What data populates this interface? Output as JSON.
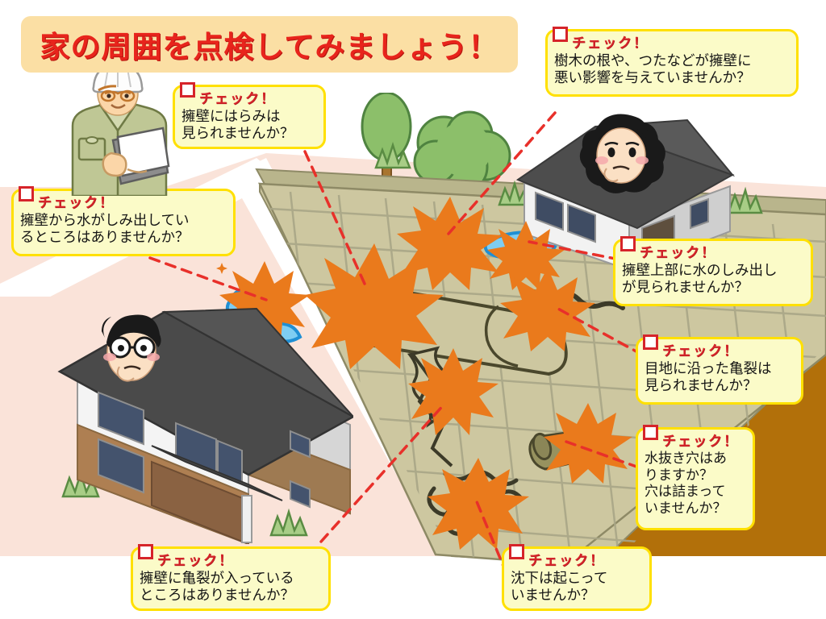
{
  "title": {
    "text": "家の周囲を点検してみましょう！"
  },
  "check_label": "チェック！",
  "callouts": [
    {
      "id": "callout-bulge",
      "check": "チェック！",
      "text": "擁壁にはらみは\n見られませんか？"
    },
    {
      "id": "callout-tree-roots",
      "check": "チェック！",
      "text": "樹木の根や、つたなどが擁壁に\n悪い影響を与えていませんか？"
    },
    {
      "id": "callout-water-seepage",
      "check": "チェック！",
      "text": "擁壁から水がしみ出してい\nるところはありませんか？"
    },
    {
      "id": "callout-top-seepage",
      "check": "チェック！",
      "text": "擁壁上部に水のしみ出し\nが見られませんか？"
    },
    {
      "id": "callout-joint-crack",
      "check": "チェック！",
      "text": "目地に沿った亀裂は\n見られませんか？"
    },
    {
      "id": "callout-weep-hole",
      "check": "チェック！",
      "text": "水抜き穴はあ\nりますか？\n穴は詰まって\nいませんか？"
    },
    {
      "id": "callout-wall-crack",
      "check": "チェック！",
      "text": "擁壁に亀裂が入っている\nところはありませんか？"
    },
    {
      "id": "callout-subsidence",
      "check": "チェック！",
      "text": "沈下は起こって\nいませんか？"
    }
  ],
  "illustrations": {
    "inspector": "inspector-with-clipboard",
    "house_right": "single-story-house-with-worried-woman",
    "house_left": "two-story-house-with-worried-man",
    "retaining_wall": "concrete-block-retaining-wall",
    "trees": "two-trees",
    "grass_tufts": "grass-tufts",
    "weep_hole": "weep-hole-pipe",
    "water_stain": "blue-water-seepage-stain",
    "top_puddle": "blue-puddle-on-wall-top",
    "burst_markers": "orange-starburst-problem-markers"
  },
  "colors": {
    "title_banner": "#fbdfa4",
    "title_text": "#e8241c",
    "callout_fill": "#fbfbc8",
    "callout_border": "#ffe000",
    "checkbox_border": "#d6242a",
    "leader_line": "#e8302a",
    "burst": "#ea7a1c",
    "ground_upper": "#fae3d9",
    "ground_lower": "#b2700a",
    "wall_face": "#cdc7a0",
    "water": "#6cc4ee"
  }
}
